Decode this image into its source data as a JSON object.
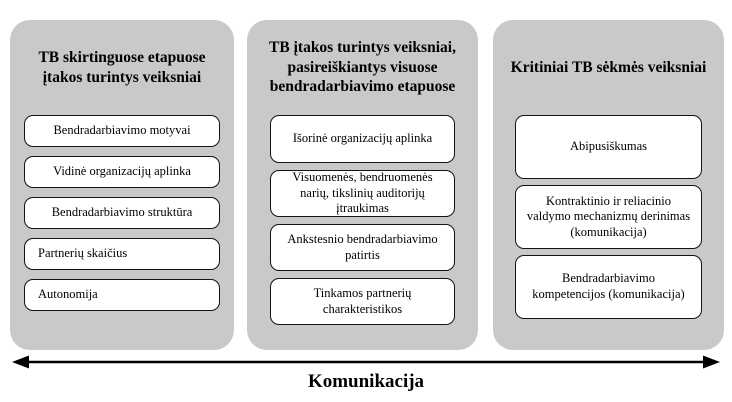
{
  "diagram": {
    "columns": [
      {
        "title": "TB skirtinguose etapuose įtakos turintys veiksniai",
        "boxes": [
          "Bendradarbiavimo motyvai",
          "Vidinė organizacijų aplinka",
          "Bendradarbiavimo struktūra",
          "Partnerių skaičius",
          "Autonomija"
        ]
      },
      {
        "title": "TB įtakos turintys veiksniai, pasireiškiantys visuose bendradarbiavimo etapuose",
        "boxes": [
          "Išorinė organizacijų aplinka",
          "Visuomenės, bendruomenės narių, tikslinių auditorijų įtraukimas",
          "Ankstesnio bendradarbiavimo patirtis",
          "Tinkamos partnerių charakteristikos"
        ]
      },
      {
        "title": "Kritiniai TB sėkmės veiksniai",
        "boxes": [
          "Abipusiškumas",
          "Kontraktinio ir reliacinio valdymo mechanizmų derinimas (komunikacija)",
          "Bendradarbiavimo kompetencijos (komunikacija)"
        ]
      }
    ],
    "arrow_label": "Komunikacija",
    "colors": {
      "panel_bg": "#c9c9c9",
      "box_bg": "#ffffff",
      "box_border": "#141414",
      "text": "#000000"
    }
  }
}
